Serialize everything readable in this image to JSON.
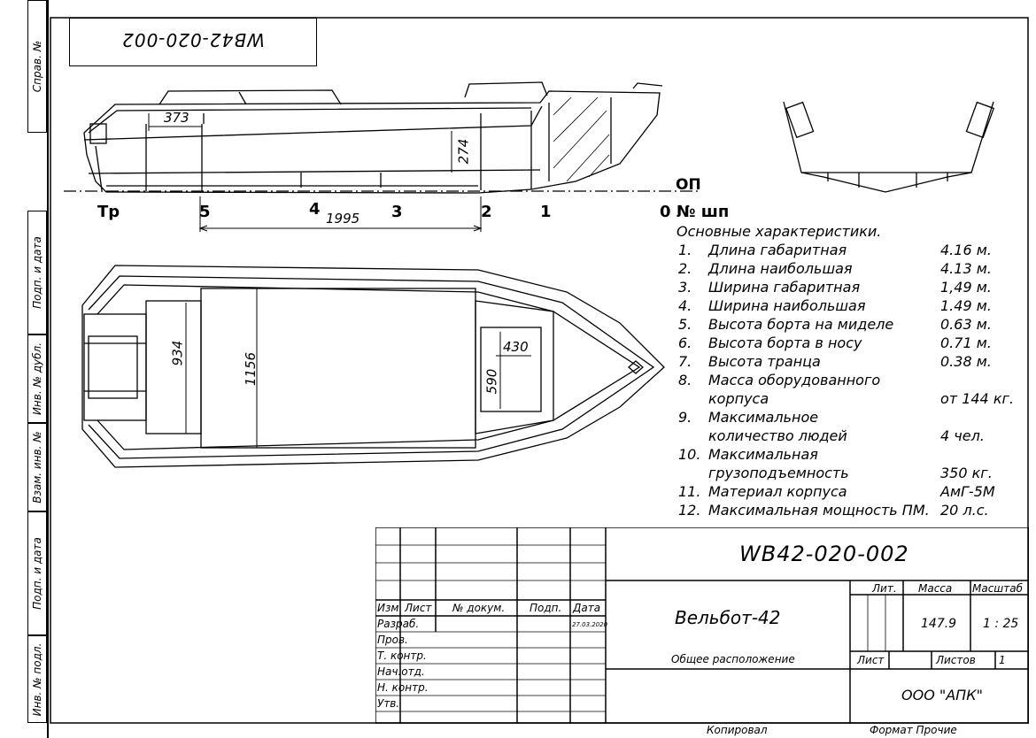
{
  "sidebar": {
    "labels": [
      "Справ. №",
      "Подп. и дата",
      "Инв. № дубл.",
      "Взам. инв. №",
      "Подп. и дата",
      "Инв. № подл."
    ]
  },
  "stamp": {
    "drawing_number": "WB42-020-002"
  },
  "side_view": {
    "dim_373": "373",
    "dim_274": "274",
    "dim_1995": "1995",
    "label_op": "ОП",
    "label_frame": "0 № шп",
    "station_tr": "Тр",
    "stations": [
      "5",
      "4",
      "3",
      "2",
      "1"
    ]
  },
  "plan_view": {
    "dim_934": "934",
    "dim_1156": "1156",
    "dim_430": "430",
    "dim_590": "590"
  },
  "specs": {
    "title": "Основные характеристики.",
    "items": [
      {
        "num": "1.",
        "name": "Длина габаритная",
        "value": "4.16 м."
      },
      {
        "num": "2.",
        "name": "Длина наибольшая",
        "value": "4.13 м."
      },
      {
        "num": "3.",
        "name": "Ширина габаритная",
        "value": "1,49 м."
      },
      {
        "num": "4.",
        "name": "Ширина наибольшая",
        "value": "1.49 м."
      },
      {
        "num": "5.",
        "name": "Высота борта на миделе",
        "value": "0.63 м."
      },
      {
        "num": "6.",
        "name": "Высота борта в носу",
        "value": "0.71 м."
      },
      {
        "num": "7.",
        "name": "Высота транца",
        "value": "0.38 м."
      },
      {
        "num": "8.",
        "name": "Масса оборудованного",
        "value": ""
      },
      {
        "num": "",
        "name": "корпуса",
        "value": "от 144 кг."
      },
      {
        "num": "9.",
        "name": "Максимальное",
        "value": ""
      },
      {
        "num": "",
        "name": "количество людей",
        "value": "4 чел."
      },
      {
        "num": "10.",
        "name": "Максимальная",
        "value": ""
      },
      {
        "num": "",
        "name": "грузоподъемность",
        "value": "350 кг."
      },
      {
        "num": "11.",
        "name": "Материал корпуса",
        "value": "АмГ-5М"
      },
      {
        "num": "12.",
        "name": "Максимальная мощность ПМ.",
        "value": "20 л.с."
      }
    ]
  },
  "title_block": {
    "doc_number": "WB42-020-002",
    "product_name": "Вельбот-42",
    "description": "Общее расположение",
    "org": "ООО \"АПК\"",
    "lit_label": "Лит.",
    "mass_label": "Масса",
    "scale_label": "Масштаб",
    "mass_value": "147.9",
    "scale_value": "1 : 25",
    "sheet_label": "Лист",
    "sheets_label": "Листов",
    "sheets_value": "1",
    "col_headers": [
      "Изм",
      "Лист",
      "№ докум.",
      "Подп.",
      "Дата"
    ],
    "date": "27.03.2020",
    "roles": [
      "Разраб.",
      "Пров.",
      "Т. контр.",
      "Нач.отд.",
      "Н. контр.",
      "Утв."
    ],
    "copied_label": "Копировал",
    "format_label": "Формат Прочие"
  }
}
